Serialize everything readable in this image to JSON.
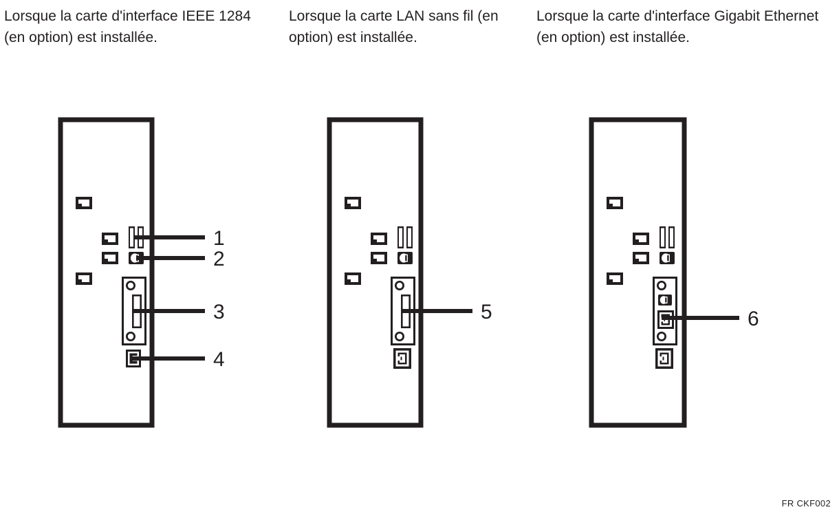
{
  "page": {
    "footer_code": "FR CKF002",
    "ink_color": "#231f20",
    "background_color": "#ffffff"
  },
  "panels": [
    {
      "id": "ieee1284",
      "caption": "Lorsque la carte d'interface IEEE 1284 (en option) est installée.",
      "callouts": [
        {
          "number": "1",
          "target": "usb-host-ports"
        },
        {
          "number": "2",
          "target": "usb-device-port"
        },
        {
          "number": "3",
          "target": "ieee1284-parallel-port"
        },
        {
          "number": "4",
          "target": "small-rect-port"
        }
      ]
    },
    {
      "id": "wireless-lan",
      "caption": "Lorsque la carte LAN sans fil (en option) est installée.",
      "callouts": [
        {
          "number": "5",
          "target": "wireless-lan-card-slot"
        }
      ]
    },
    {
      "id": "gigabit-ethernet",
      "caption": "Lorsque la carte d'interface Gigabit Ethernet (en option) est installée.",
      "callouts": [
        {
          "number": "6",
          "target": "gigabit-ethernet-port"
        }
      ]
    }
  ]
}
